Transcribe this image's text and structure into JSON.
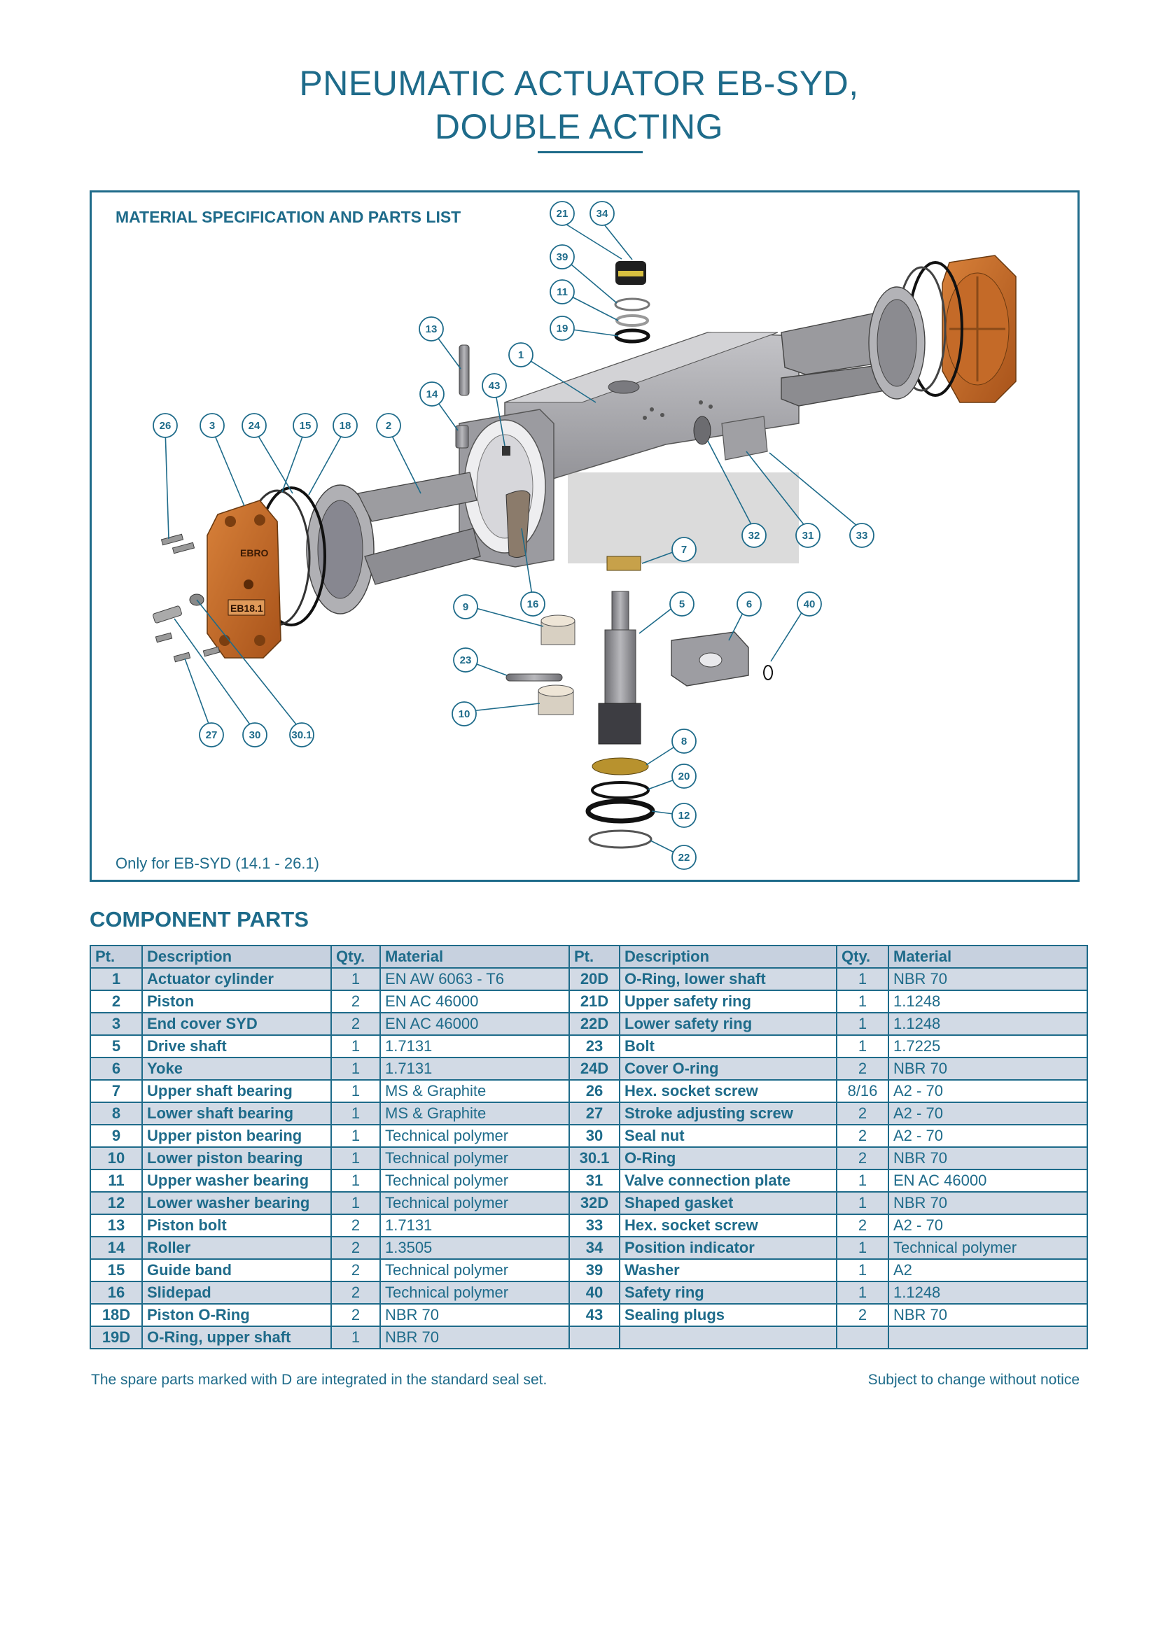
{
  "title": {
    "line1": "PNEUMATIC ACTUATOR EB-SYD,",
    "line2": "DOUBLE ACTING"
  },
  "drawing": {
    "heading": "MATERIAL SPECIFICATION AND PARTS LIST",
    "note": "Only for EB-SYD (14.1 - 26.1)",
    "callouts": [
      "21",
      "34",
      "39",
      "11",
      "19",
      "13",
      "1",
      "43",
      "14",
      "26",
      "3",
      "24",
      "15",
      "18",
      "2",
      "32",
      "31",
      "33",
      "7",
      "9",
      "16",
      "5",
      "6",
      "40",
      "23",
      "10",
      "27",
      "30",
      "30.1",
      "8",
      "20",
      "12",
      "22"
    ],
    "cover_markings": [
      "EBRO",
      "EB18.1"
    ]
  },
  "parts_section": {
    "title": "COMPONENT PARTS",
    "headers": [
      "Pt.",
      "Description",
      "Qty.",
      "Material",
      "Pt.",
      "Description",
      "Qty.",
      "Material"
    ],
    "rows": [
      {
        "pt1": "1",
        "desc1": "Actuator cylinder",
        "qty1": "1",
        "mat1": "EN AW 6063 - T6",
        "pt2": "20D",
        "desc2": "O-Ring, lower shaft",
        "qty2": "1",
        "mat2": "NBR 70"
      },
      {
        "pt1": "2",
        "desc1": "Piston",
        "qty1": "2",
        "mat1": "EN AC 46000",
        "pt2": "21D",
        "desc2": "Upper safety ring",
        "qty2": "1",
        "mat2": "1.1248"
      },
      {
        "pt1": "3",
        "desc1": "End cover SYD",
        "qty1": "2",
        "mat1": "EN AC 46000",
        "pt2": "22D",
        "desc2": "Lower safety ring",
        "qty2": "1",
        "mat2": "1.1248"
      },
      {
        "pt1": "5",
        "desc1": "Drive shaft",
        "qty1": "1",
        "mat1": "1.7131",
        "pt2": "23",
        "desc2": "Bolt",
        "qty2": "1",
        "mat2": "1.7225"
      },
      {
        "pt1": "6",
        "desc1": "Yoke",
        "qty1": "1",
        "mat1": "1.7131",
        "pt2": "24D",
        "desc2": "Cover O-ring",
        "qty2": "2",
        "mat2": "NBR 70"
      },
      {
        "pt1": "7",
        "desc1": "Upper shaft bearing",
        "qty1": "1",
        "mat1": "MS & Graphite",
        "pt2": "26",
        "desc2": "Hex. socket screw",
        "qty2": "8/16",
        "mat2": "A2 - 70"
      },
      {
        "pt1": "8",
        "desc1": "Lower shaft bearing",
        "qty1": "1",
        "mat1": "MS & Graphite",
        "pt2": "27",
        "desc2": "Stroke adjusting screw",
        "qty2": "2",
        "mat2": "A2 - 70"
      },
      {
        "pt1": "9",
        "desc1": "Upper piston bearing",
        "qty1": "1",
        "mat1": "Technical polymer",
        "pt2": "30",
        "desc2": "Seal nut",
        "qty2": "2",
        "mat2": "A2 - 70"
      },
      {
        "pt1": "10",
        "desc1": "Lower piston bearing",
        "qty1": "1",
        "mat1": "Technical polymer",
        "pt2": "30.1",
        "desc2": "O-Ring",
        "qty2": "2",
        "mat2": "NBR 70"
      },
      {
        "pt1": "11",
        "desc1": "Upper washer bearing",
        "qty1": "1",
        "mat1": "Technical polymer",
        "pt2": "31",
        "desc2": "Valve connection plate",
        "qty2": "1",
        "mat2": "EN AC 46000"
      },
      {
        "pt1": "12",
        "desc1": "Lower washer bearing",
        "qty1": "1",
        "mat1": "Technical polymer",
        "pt2": "32D",
        "desc2": "Shaped gasket",
        "qty2": "1",
        "mat2": "NBR 70"
      },
      {
        "pt1": "13",
        "desc1": "Piston bolt",
        "qty1": "2",
        "mat1": "1.7131",
        "pt2": "33",
        "desc2": "Hex. socket screw",
        "qty2": "2",
        "mat2": "A2 - 70"
      },
      {
        "pt1": "14",
        "desc1": "Roller",
        "qty1": "2",
        "mat1": "1.3505",
        "pt2": "34",
        "desc2": "Position indicator",
        "qty2": "1",
        "mat2": "Technical polymer"
      },
      {
        "pt1": "15",
        "desc1": "Guide band",
        "qty1": "2",
        "mat1": "Technical polymer",
        "pt2": "39",
        "desc2": "Washer",
        "qty2": "1",
        "mat2": "A2"
      },
      {
        "pt1": "16",
        "desc1": "Slidepad",
        "qty1": "2",
        "mat1": "Technical polymer",
        "pt2": "40",
        "desc2": "Safety ring",
        "qty2": "1",
        "mat2": "1.1248"
      },
      {
        "pt1": "18D",
        "desc1": "Piston O-Ring",
        "qty1": "2",
        "mat1": "NBR 70",
        "pt2": "43",
        "desc2": "Sealing plugs",
        "qty2": "2",
        "mat2": "NBR 70"
      },
      {
        "pt1": "19D",
        "desc1": "O-Ring, upper shaft",
        "qty1": "1",
        "mat1": "NBR 70",
        "pt2": "",
        "desc2": "",
        "qty2": "",
        "mat2": ""
      }
    ],
    "footnote_left": "The spare parts marked with D are integrated in the standard seal set.",
    "footnote_right": "Subject to change without notice"
  },
  "colors": {
    "accent": "#1e6b8a",
    "row_alt": "#d2dae5",
    "header_fill": "#c7d1df",
    "cover_orange": "#c8691f",
    "body_grey": "#a9a9ad"
  }
}
